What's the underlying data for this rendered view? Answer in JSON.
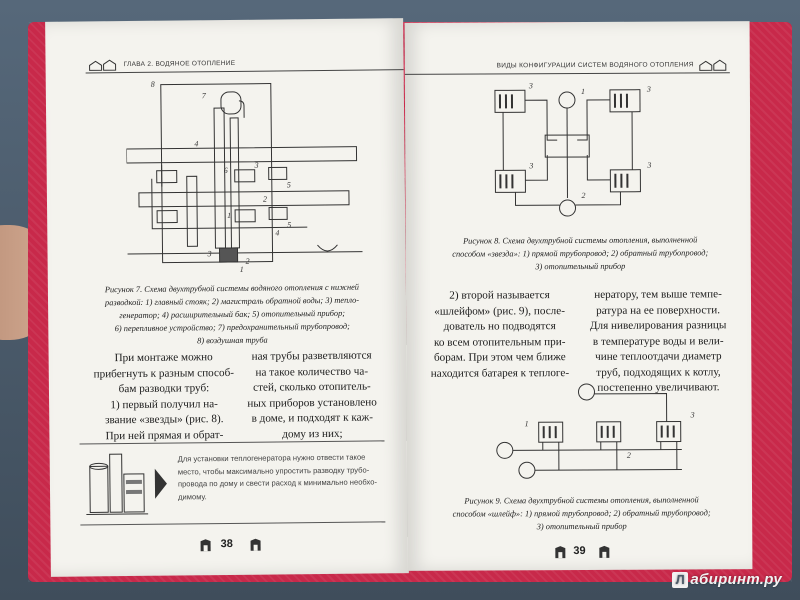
{
  "left_page": {
    "running_header": "ГЛАВА 2. ВОДЯНОЕ ОТОПЛЕНИЕ",
    "figure7_labels": [
      "8",
      "7",
      "6",
      "5",
      "4",
      "3",
      "2",
      "1",
      "5",
      "4",
      "3",
      "2",
      "1"
    ],
    "figure7_caption": [
      "Рисунок 7. Схема двухтрубной системы водяного отопления с нижней",
      "разводкой: 1) главный стояк; 2) магистраль обратной воды; 3) тепло-",
      "генератор; 4) расширительный бак; 5) отопительный прибор;",
      "6) перепливное устройство; 7) предохранительный трубопровод;",
      "8) воздушная труба"
    ],
    "col1": [
      "При монтаже можно",
      "прибегнуть к разным способ-",
      "бам разводки труб:",
      "1) первый получил на-",
      "звание «звезды» (рис. 8).",
      "При ней прямая и обрат-"
    ],
    "col2": [
      "ная трубы разветвляются",
      "на такое количество ча-",
      "стей, сколько отопитель-",
      "ных приборов установлено",
      "в доме, и подходят к каж-",
      "дому из них;"
    ],
    "tip": [
      "Для установки теплогенератора нужно отвести такое",
      "место, чтобы максимально упростить разводку трубо-",
      "провода по дому и свести расход к минимально необхо-",
      "димому."
    ],
    "page_number": "38"
  },
  "right_page": {
    "running_header": "ВИДЫ КОНФИГУРАЦИИ СИСТЕМ ВОДЯНОГО ОТОПЛЕНИЯ",
    "figure8_labels": [
      "3",
      "3",
      "1",
      "2",
      "3",
      "3"
    ],
    "figure8_caption": [
      "Рисунок 8. Схема двухтрубной системы отопления, выполненной",
      "способом «звезда»: 1) прямой трубопровод; 2) обратный трубопровод;",
      "3) отопительный прибор"
    ],
    "col1": [
      "2) второй называется",
      "«шлейфом» (рис. 9), после-",
      "дователь но подводятся",
      "ко всем отопительным при-",
      "борам. При этом чем ближе",
      "находится батарея к теплоге-"
    ],
    "col2": [
      "нератору, тем выше темпе-",
      "ратура на ее поверхности.",
      "Для нивелирования разницы",
      "в температуре воды и вели-",
      "чине теплоотдачи диаметр",
      "труб, подходящих к котлу,",
      "постепенно увеличивают."
    ],
    "figure9_labels": [
      "1",
      "2",
      "3"
    ],
    "figure9_caption": [
      "Рисунок 9. Схема двухтрубной системы отопления, выполненной",
      "способом «шлейф»: 1) прямой трубопровод; 2) обратный трубопровод;",
      "3) отопительный прибор"
    ],
    "page_number": "39"
  },
  "watermark": {
    "logo_glyph": "Л",
    "text": "абиринт.ру"
  },
  "colors": {
    "cover": "#c8294a",
    "paper": "#f4f3ee",
    "ink": "#222222"
  }
}
